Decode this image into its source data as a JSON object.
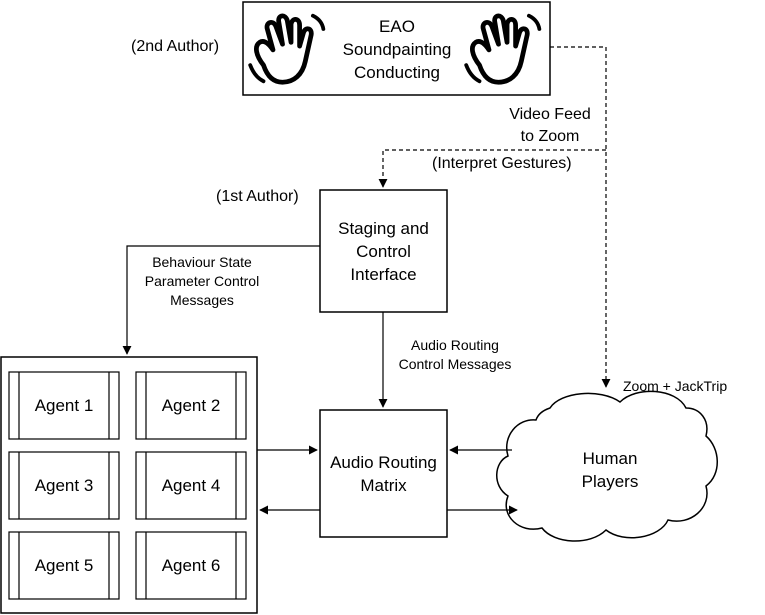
{
  "nodes": {
    "eao": [
      "EAO",
      "Soundpainting",
      "Conducting"
    ],
    "staging": [
      "Staging and",
      "Control",
      "Interface"
    ],
    "matrix": [
      "Audio Routing",
      "Matrix"
    ],
    "players": [
      "Human",
      "Players"
    ],
    "agents": [
      "Agent 1",
      "Agent 2",
      "Agent 3",
      "Agent 4",
      "Agent 5",
      "Agent 6"
    ]
  },
  "labels": {
    "second_author": "(2nd Author)",
    "first_author": "(1st Author)",
    "video_feed": [
      "Video Feed",
      "to Zoom"
    ],
    "interpret": "(Interpret Gestures)",
    "behaviour": [
      "Behaviour State",
      "Parameter Control",
      "Messages"
    ],
    "audio_ctrl": [
      "Audio Routing",
      "Control Messages"
    ],
    "zoom": "Zoom + JackTrip"
  },
  "icons": [
    "waving-hand-icon",
    "waving-hand-icon"
  ]
}
